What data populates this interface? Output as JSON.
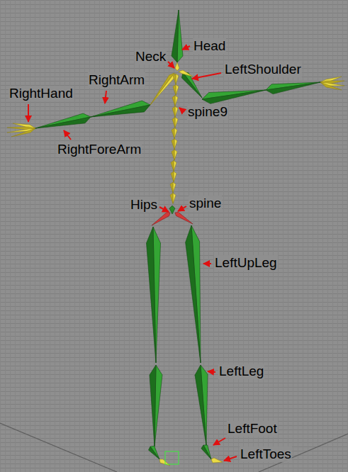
{
  "diagram": {
    "labels": [
      "Head",
      "Neck",
      "LeftShoulder",
      "RightArm",
      "RightHand",
      "spine9",
      "RightForeArm",
      "Hips",
      "spine",
      "LeftUpLeg",
      "LeftLeg",
      "LeftFoot",
      "LeftToes"
    ]
  }
}
